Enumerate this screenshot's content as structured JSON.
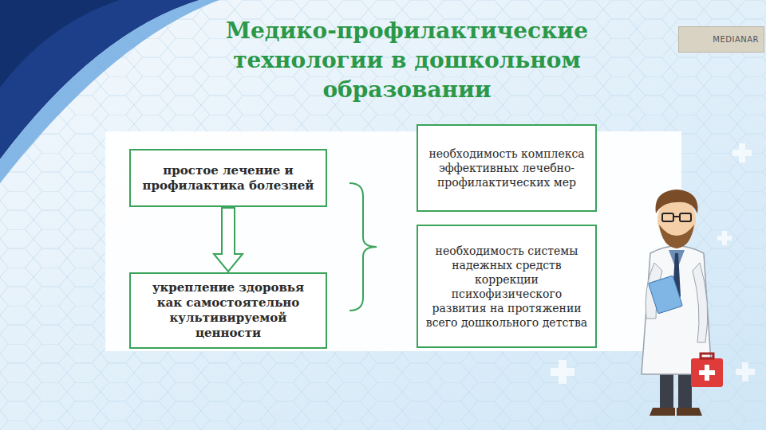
{
  "diagram": {
    "title": "Медико-профилактические технологии в дошкольном образовании",
    "nodes": [
      {
        "text": [
          "простое лечение и профилактика болезней"
        ]
      },
      {
        "text": [
          "укрепление здоровья как самостоятельно культивируемой ценности"
        ]
      },
      {
        "text": [
          "необходимость комплекса эффективных лечебно-профилактических мер"
        ]
      },
      {
        "text": [
          "необходимость системы надежных средств коррекции психофизического развития на протяжении всего дошкольного детства"
        ]
      }
    ],
    "edges": [
      {
        "from": 0,
        "to": 1,
        "arrow": "to"
      }
    ],
    "labels": [
      "MEDIANAR"
    ]
  }
}
